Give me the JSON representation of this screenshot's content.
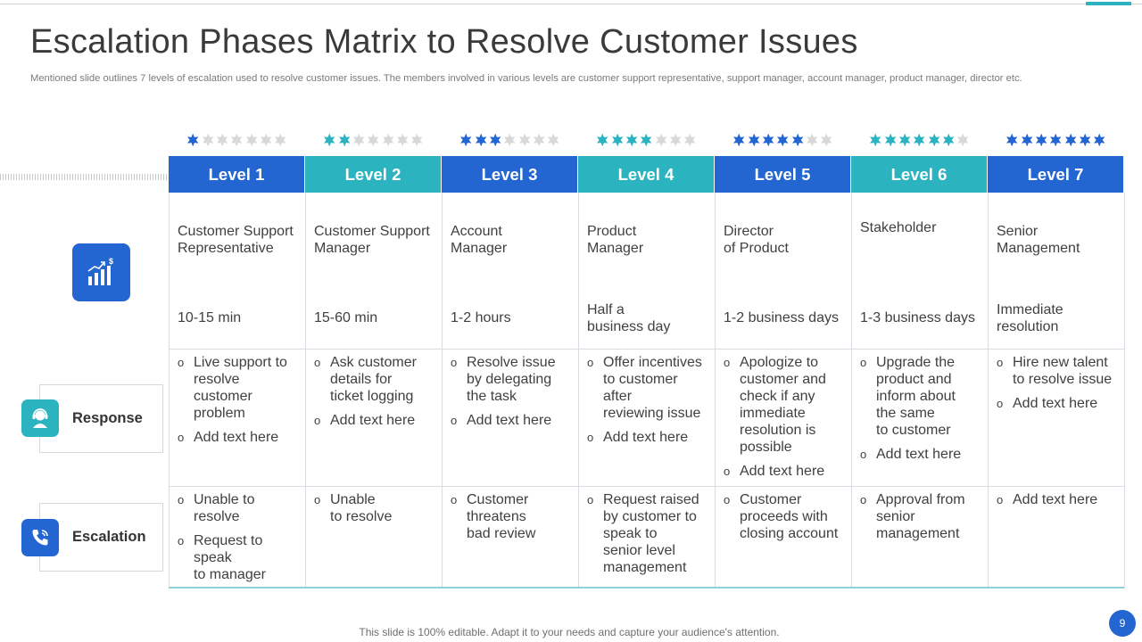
{
  "title": "Escalation Phases Matrix to Resolve Customer Issues",
  "subtitle": "Mentioned slide outlines 7 levels of escalation used to resolve customer issues. The members involved in various levels are customer support representative, support manager, account manager, product manager, director etc.",
  "colors": {
    "blue": "#2366d1",
    "teal": "#2bb3c0",
    "star_inactive": "#d8d8d8"
  },
  "left_icon": "chart-growth-icon",
  "rows": {
    "response": {
      "label": "Response",
      "icon": "support-agent-icon"
    },
    "escalation": {
      "label": "Escalation",
      "icon": "phone-call-icon"
    }
  },
  "levels": [
    {
      "header": "Level 1",
      "stars": 1,
      "color": "blue",
      "role": [
        "Customer Support",
        "Representative"
      ],
      "time": [
        "10-15 min"
      ],
      "response": [
        [
          "Live support to",
          "resolve",
          "customer",
          "problem"
        ],
        [
          "Add text here"
        ]
      ],
      "escalation": [
        [
          "Unable to",
          "resolve"
        ],
        [
          "Request to",
          "speak",
          "to manager"
        ]
      ]
    },
    {
      "header": "Level 2",
      "stars": 2,
      "color": "teal",
      "role": [
        "Customer Support",
        "Manager"
      ],
      "time": [
        "15-60 min"
      ],
      "response": [
        [
          "Ask customer",
          "details for",
          "ticket logging"
        ],
        [
          "Add text here"
        ]
      ],
      "escalation": [
        [
          "Unable",
          "to resolve"
        ]
      ]
    },
    {
      "header": "Level 3",
      "stars": 3,
      "color": "blue",
      "role": [
        "Account",
        "Manager"
      ],
      "time": [
        "1-2 hours"
      ],
      "response": [
        [
          "Resolve issue",
          "by delegating",
          "the task"
        ],
        [
          "Add text here"
        ]
      ],
      "escalation": [
        [
          "Customer",
          "threatens",
          "bad review"
        ]
      ]
    },
    {
      "header": "Level 4",
      "stars": 4,
      "color": "teal",
      "role": [
        "Product",
        "Manager"
      ],
      "time": [
        "Half a",
        "business day"
      ],
      "response": [
        [
          "Offer incentives",
          "to customer",
          "after",
          "reviewing issue"
        ],
        [
          "Add text here"
        ]
      ],
      "escalation": [
        [
          "Request raised",
          "by customer to",
          "speak to",
          "senior level",
          "management"
        ]
      ]
    },
    {
      "header": "Level 5",
      "stars": 5,
      "color": "blue",
      "role": [
        "Director",
        "of Product"
      ],
      "time": [
        "1-2 business days"
      ],
      "response": [
        [
          "Apologize to",
          "customer and",
          "check if any",
          "immediate",
          "resolution is",
          "possible"
        ],
        [
          "Add text here"
        ]
      ],
      "escalation": [
        [
          "Customer",
          "proceeds with",
          "closing account"
        ]
      ]
    },
    {
      "header": "Level 6",
      "stars": 6,
      "color": "teal",
      "role": [
        "Stakeholder"
      ],
      "time": [
        "1-3 business days"
      ],
      "response": [
        [
          "Upgrade the",
          "product and",
          "inform about",
          "the same",
          "to customer"
        ],
        [
          "Add text here"
        ]
      ],
      "escalation": [
        [
          "Approval from",
          "senior",
          "management"
        ]
      ]
    },
    {
      "header": "Level 7",
      "stars": 7,
      "color": "blue",
      "role": [
        "Senior",
        "Management"
      ],
      "time": [
        "Immediate",
        "resolution"
      ],
      "response": [
        [
          "Hire new talent",
          "to resolve issue"
        ],
        [
          "Add text here"
        ]
      ],
      "escalation": [
        [
          "Add text here"
        ]
      ]
    }
  ],
  "footer": "This slide is 100% editable. Adapt it to your needs and capture your audience's attention.",
  "page_number": "9"
}
